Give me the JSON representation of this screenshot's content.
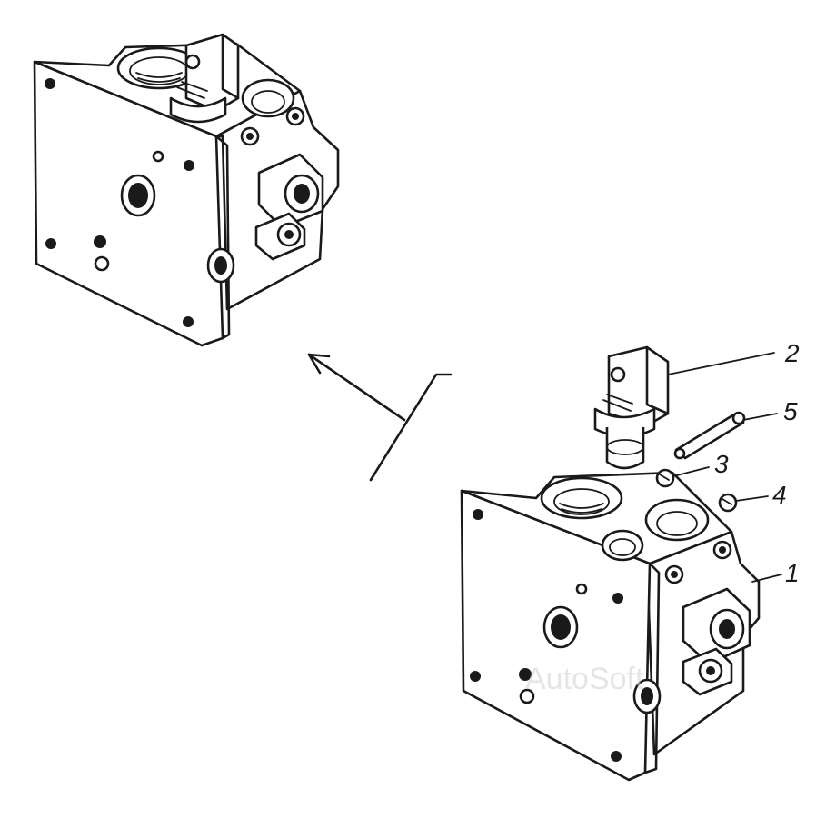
{
  "callouts": {
    "label_1": "1",
    "label_2": "2",
    "label_3": "3",
    "label_4": "4",
    "label_5": "5"
  },
  "watermark": "AutoSoft",
  "colors": {
    "ink": "#1a1a1a",
    "paper": "#ffffff",
    "watermark": "#cfcfcf"
  }
}
